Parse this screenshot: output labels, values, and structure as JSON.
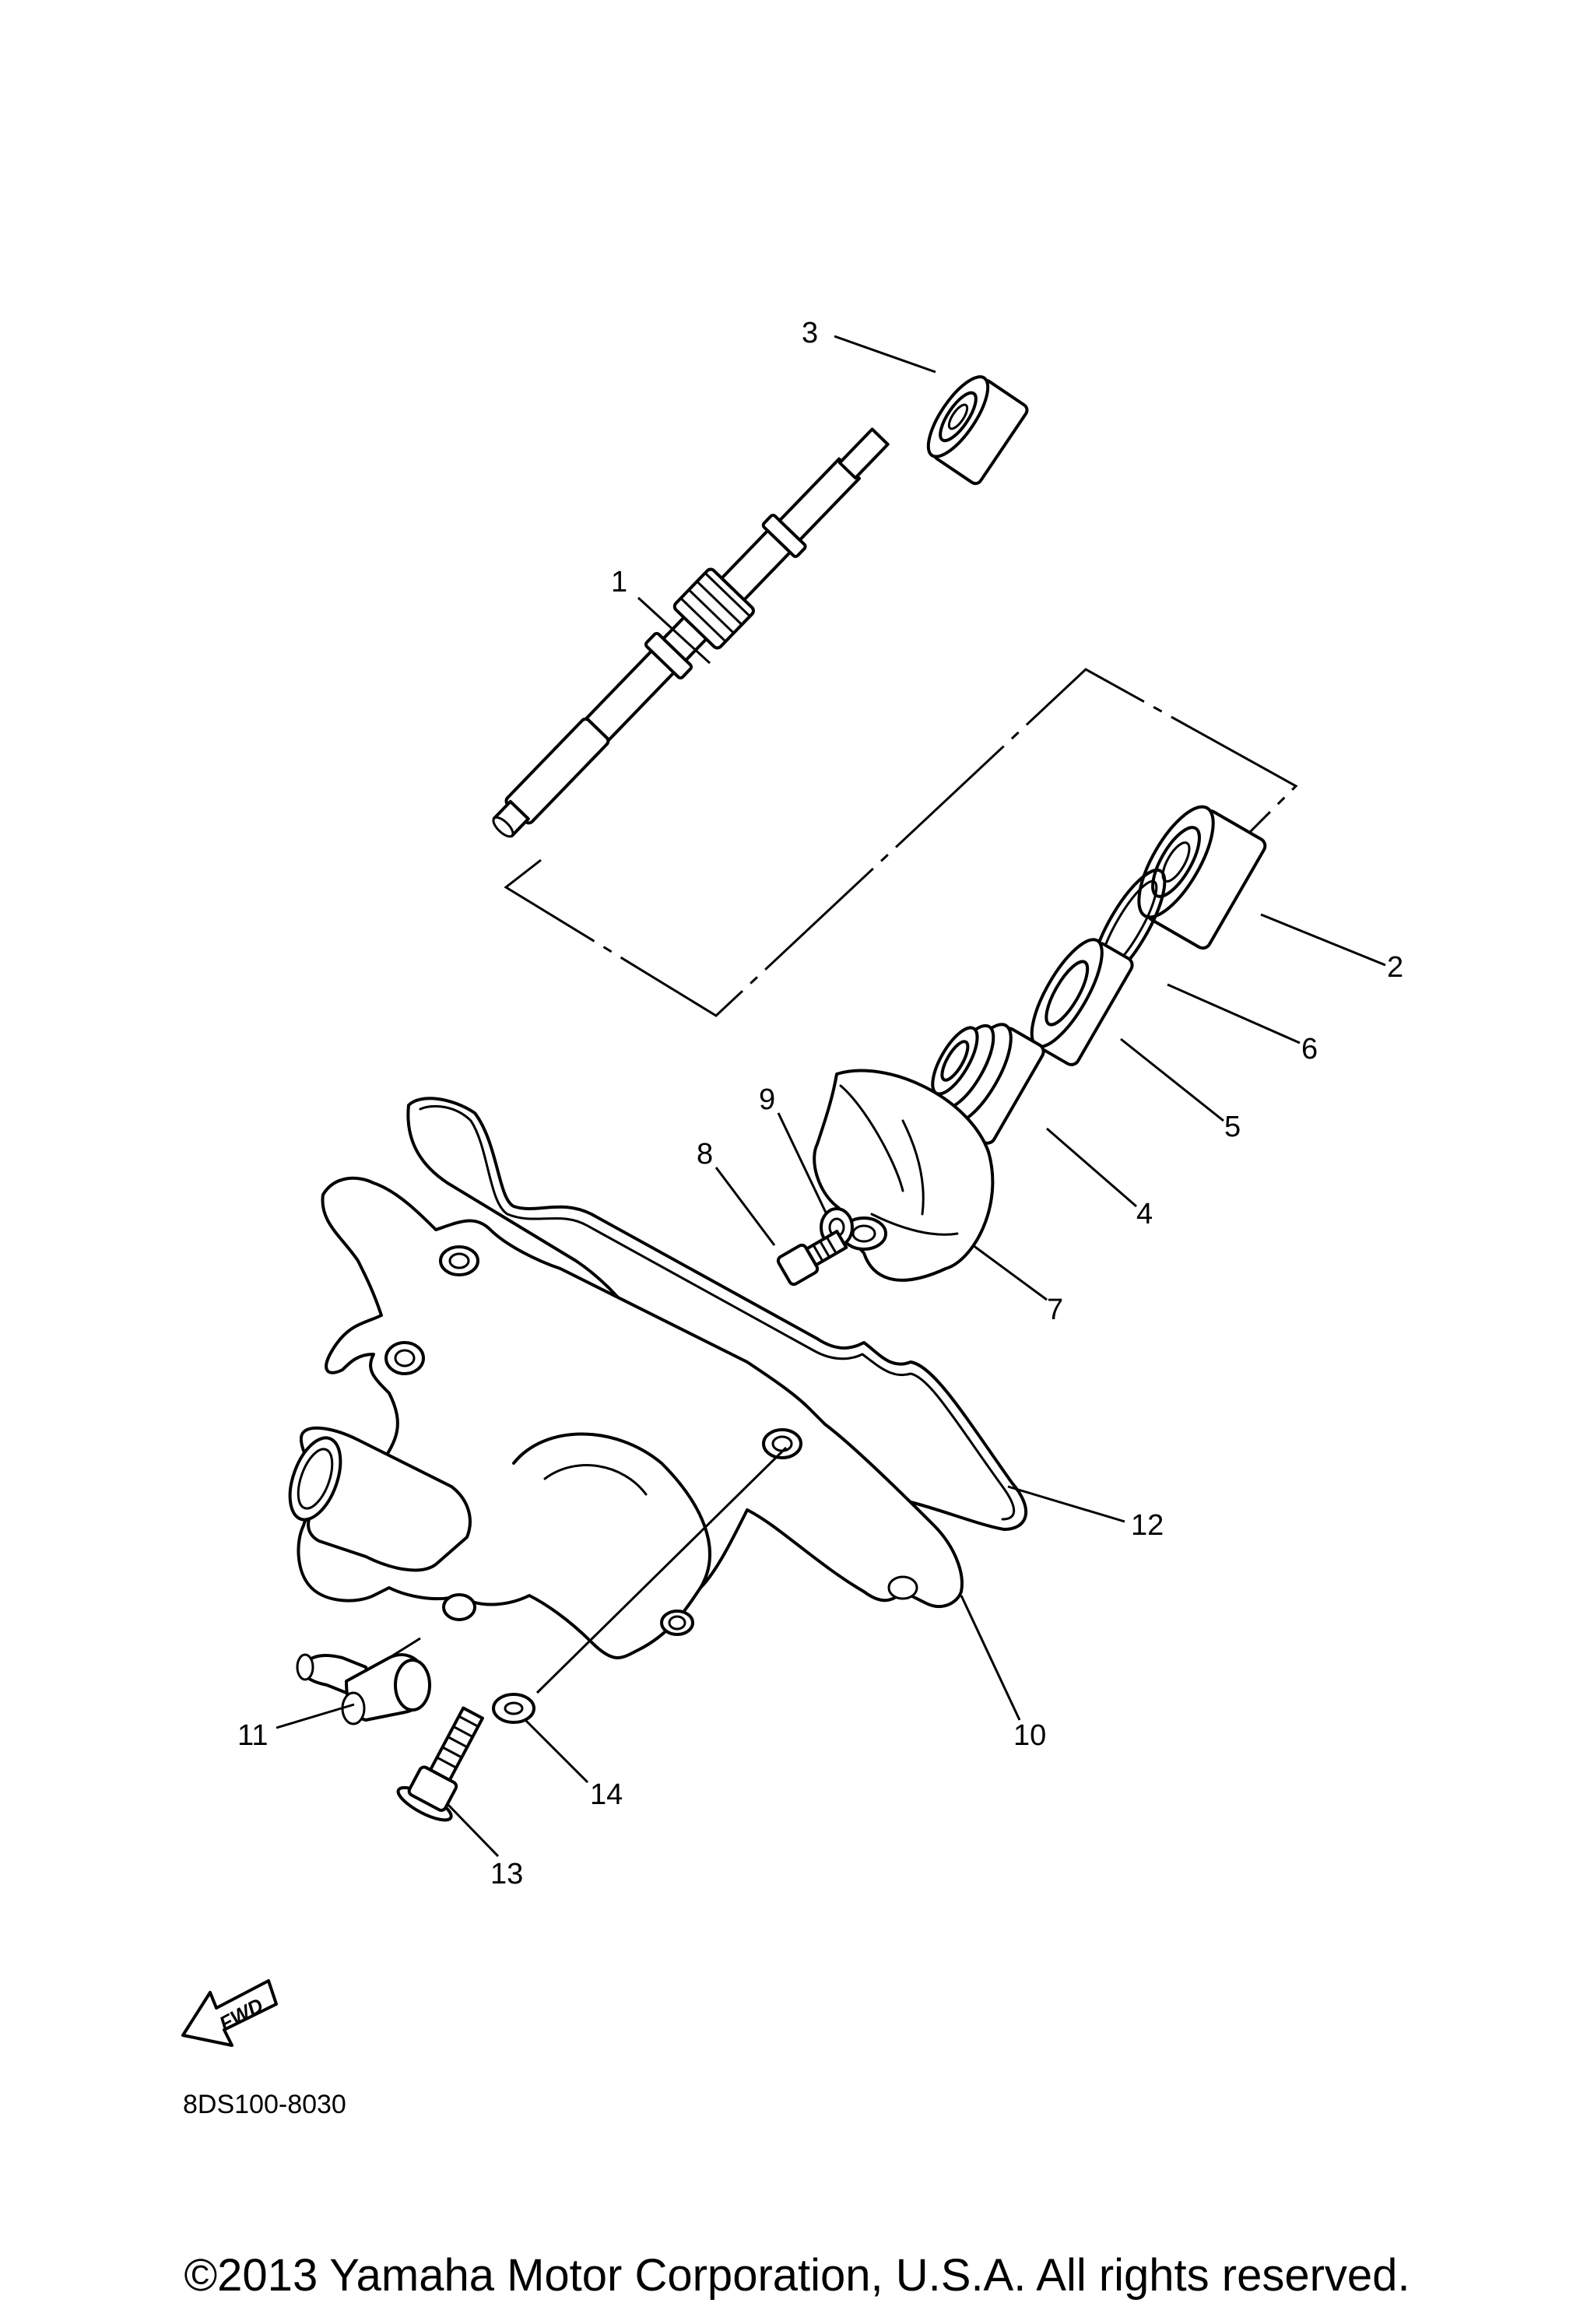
{
  "callouts": [
    {
      "number": "1",
      "part": "impeller shaft"
    },
    {
      "number": "2",
      "part": "bearing"
    },
    {
      "number": "3",
      "part": "bearing"
    },
    {
      "number": "4",
      "part": "seal"
    },
    {
      "number": "5",
      "part": "oil seal"
    },
    {
      "number": "6",
      "part": "circlip"
    },
    {
      "number": "7",
      "part": "impeller"
    },
    {
      "number": "8",
      "part": "bolt"
    },
    {
      "number": "9",
      "part": "washer"
    },
    {
      "number": "10",
      "part": "housing cover"
    },
    {
      "number": "11",
      "part": "pipe"
    },
    {
      "number": "12",
      "part": "gasket"
    },
    {
      "number": "13",
      "part": "bolt"
    },
    {
      "number": "14",
      "part": "washer"
    }
  ],
  "fwd_label": "FWD",
  "reference_code": "8DS100-8030",
  "copyright": "©2013 Yamaha Motor Corporation, U.S.A. All rights reserved."
}
